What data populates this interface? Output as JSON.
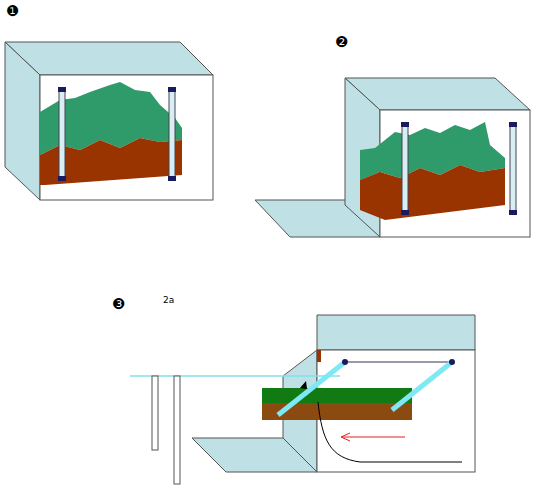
{
  "diagram": {
    "labels": [
      "❶",
      "❷",
      "❸",
      "2a"
    ]
  }
}
